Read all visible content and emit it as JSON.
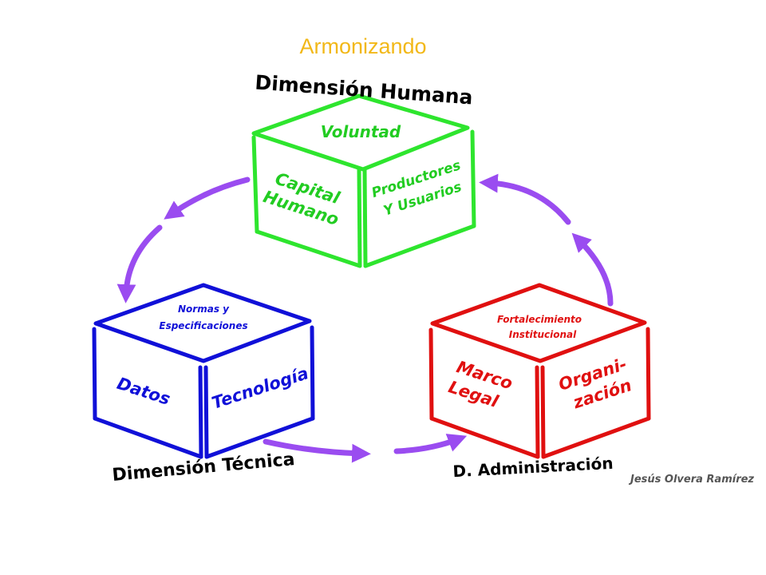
{
  "title": "Armonizando",
  "colors": {
    "title": "#f2b818",
    "arrow": "#9a4cf0",
    "human": "#2ee52e",
    "technical": "#1010d8",
    "admin": "#e01010",
    "text": "#000000",
    "author": "#555555"
  },
  "human": {
    "dimension_label": "Dimensión Humana",
    "top_face": "Voluntad",
    "left_face": [
      "Capital",
      "Humano"
    ],
    "right_face": [
      "Productores",
      "Y Usuarios"
    ]
  },
  "technical": {
    "dimension_label": "Dimensión Técnica",
    "top_face": [
      "Normas y",
      "Especificaciones"
    ],
    "left_face": "Datos",
    "right_face": "Tecnología"
  },
  "admin": {
    "dimension_label": "D. Administración",
    "top_face": [
      "Fortalecimiento",
      "Institucional"
    ],
    "left_face": [
      "Marco",
      "Legal"
    ],
    "right_face": [
      "Organi-",
      "zación"
    ]
  },
  "author": "Jesús Olvera Ramírez"
}
